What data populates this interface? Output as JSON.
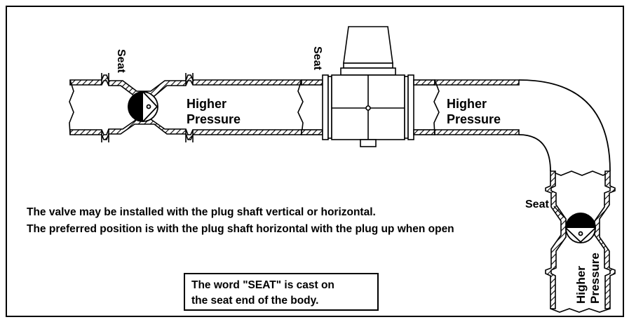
{
  "labels": {
    "seat_left": "Seat",
    "seat_middle": "Seat",
    "seat_right": "Seat",
    "higher_left": "Higher",
    "pressure_left": "Pressure",
    "higher_middle": "Higher",
    "pressure_middle": "Pressure",
    "higher_vertical": "Higher",
    "pressure_vertical": "Pressure"
  },
  "notes": {
    "line1": "The valve may be installed with the plug shaft vertical or horizontal.",
    "line2": "The preferred position is with the plug shaft horizontal with the plug up when open"
  },
  "callout": {
    "line1": "The word \"SEAT\" is cast on",
    "line2": "the seat end of the body."
  },
  "colors": {
    "line": "#000000",
    "background": "#ffffff"
  }
}
